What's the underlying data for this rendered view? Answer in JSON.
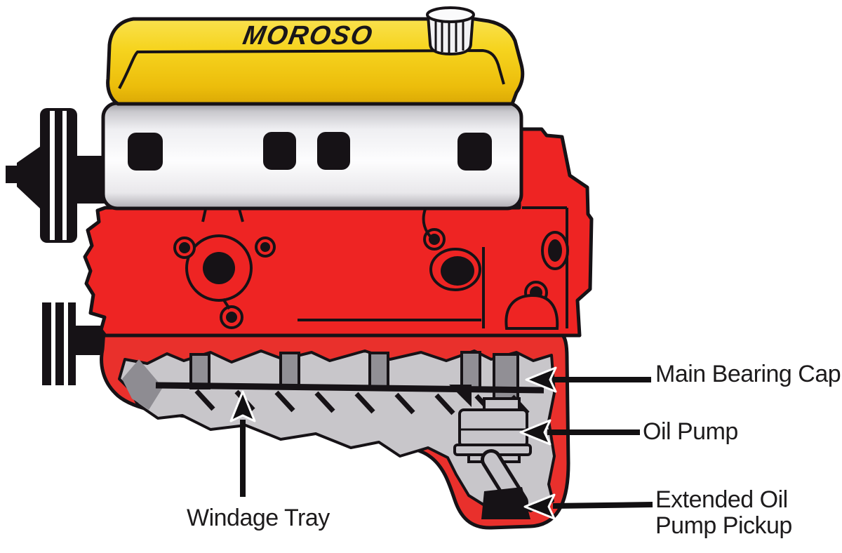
{
  "diagram": {
    "brand_logo": "MOROSO",
    "callouts": {
      "main_bearing_cap": {
        "label": "Main Bearing Cap"
      },
      "oil_pump": {
        "label": "Oil Pump"
      },
      "extended_oil_pump_pickup": {
        "line1": "Extended Oil",
        "line2": "Pump Pickup"
      },
      "windage_tray": {
        "label": "Windage Tray"
      }
    },
    "colors": {
      "engine_red": "#EE2423",
      "pan_red": "#E9302C",
      "valve_cover_yellow": "#F6D41F",
      "head_silver": "#EFEFF2",
      "interior_gray": "#C8C6CA",
      "cap_gray": "#918F95",
      "pump_gray": "#C7C5CA",
      "shadow_gray": "#8E8C92",
      "outline_black": "#161216",
      "label_text": "#1D1B1C",
      "arrow_black": "#121012",
      "background_white": "#FFFFFF"
    }
  }
}
